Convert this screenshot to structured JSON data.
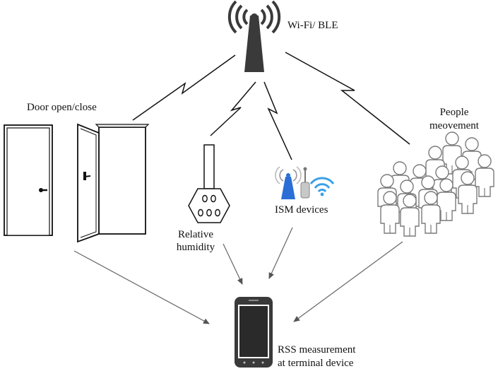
{
  "labels": {
    "wifi": "Wi-Fi/ BLE",
    "door": "Door open/close",
    "people_line1": "People",
    "people_line2": "meovement",
    "humidity_line1": "Relative",
    "humidity_line2": "humidity",
    "ism": "ISM devices",
    "rss_line1": "RSS measurement",
    "rss_line2": "at terminal device"
  },
  "colors": {
    "line": "#111111",
    "arrow": "#666666",
    "icon_dark": "#3a3a3a",
    "people_stroke": "#7a7a7a",
    "antenna_blue": "#2b6fd6",
    "wifi_blue": "#3aa0e8"
  },
  "icons": [
    "wifi-tower-icon",
    "door-closed-icon",
    "door-open-icon",
    "humidity-sensor-icon",
    "ism-devices-icon",
    "people-group-icon",
    "smartphone-icon"
  ]
}
